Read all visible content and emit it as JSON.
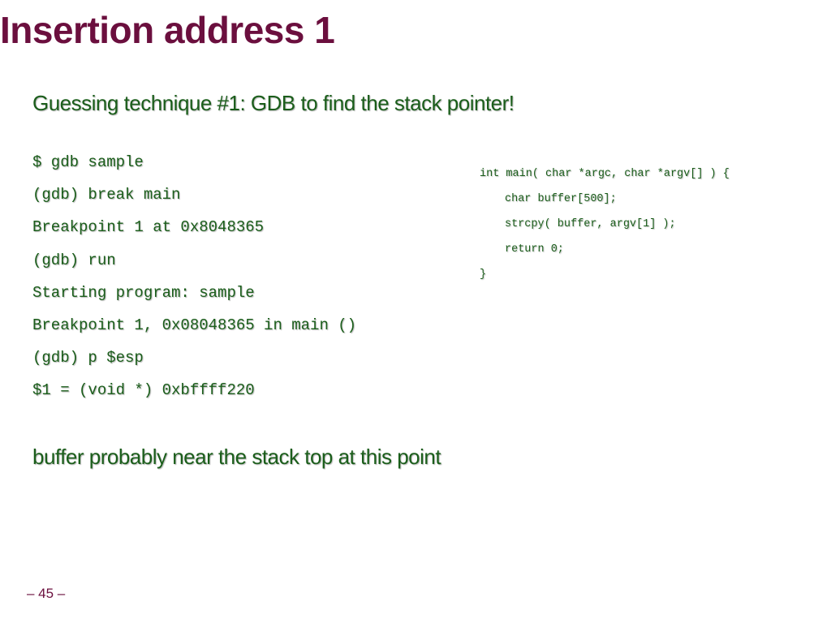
{
  "slide": {
    "title": "Insertion address 1",
    "bullet_1": "Guessing technique #1: GDB to find the stack pointer!",
    "gdb_session": [
      "$ gdb sample",
      "(gdb) break main",
      "Breakpoint 1 at 0x8048365",
      "(gdb) run",
      "Starting program: sample",
      "Breakpoint 1, 0x08048365 in main ()",
      "(gdb) p $esp",
      "$1 = (void *) 0xbffff220"
    ],
    "code": [
      "int main( char *argc, char *argv[] ) {",
      "char buffer[500];",
      "strcpy( buffer, argv[1] );",
      "return 0;",
      "}"
    ],
    "bullet_2": "buffer probably near the stack top at this point",
    "page_number": "– 45 –"
  },
  "colors": {
    "title": "#6b0f3e",
    "body_text": "#1b5e1b",
    "background": "#ffffff"
  }
}
